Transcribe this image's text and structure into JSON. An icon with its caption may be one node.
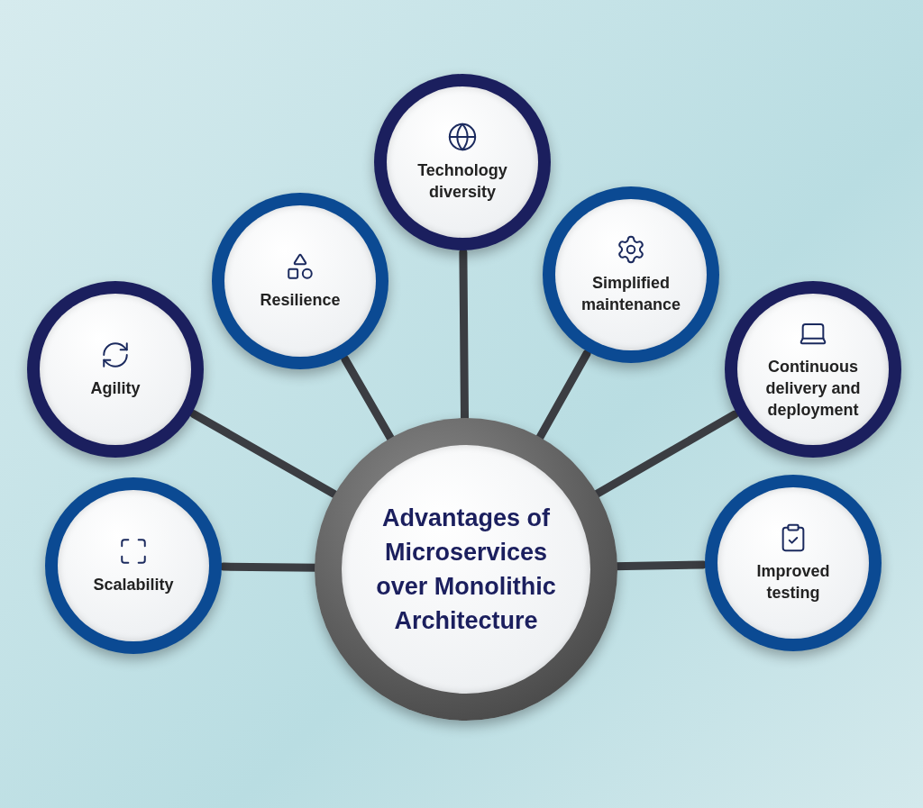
{
  "diagram": {
    "nodes": [
      {
        "text": [
          "Advantages of Microservices over Monolithic Architecture"
        ]
      },
      {
        "text": [
          "Scalability"
        ]
      },
      {
        "text": [
          "Agility"
        ]
      },
      {
        "text": [
          "Resilience"
        ]
      },
      {
        "text": [
          "Technology diversity"
        ]
      },
      {
        "text": [
          "Simplified maintenance"
        ]
      },
      {
        "text": [
          "Continuous delivery and deployment"
        ]
      },
      {
        "text": [
          "Improved testing"
        ]
      }
    ],
    "edges": [
      {
        "from": 0,
        "to": 1,
        "arrow": "none"
      },
      {
        "from": 0,
        "to": 2,
        "arrow": "none"
      },
      {
        "from": 0,
        "to": 3,
        "arrow": "none"
      },
      {
        "from": 0,
        "to": 4,
        "arrow": "none"
      },
      {
        "from": 0,
        "to": 5,
        "arrow": "none"
      },
      {
        "from": 0,
        "to": 6,
        "arrow": "none"
      },
      {
        "from": 0,
        "to": 7,
        "arrow": "none"
      }
    ]
  }
}
